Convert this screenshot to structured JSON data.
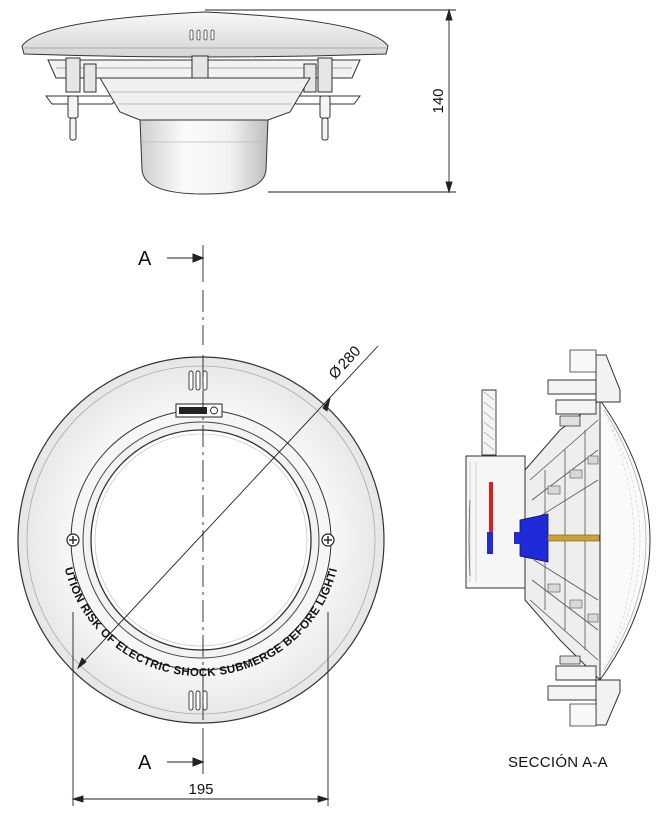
{
  "dimensions": {
    "height": "140",
    "diameter": "280",
    "diameter_symbol": "Ø",
    "width": "195"
  },
  "section_markers": {
    "top": "A",
    "bottom": "A"
  },
  "warning_text": "CAUTION RISK OF ELECTRIC SHOCK SUBMERGE BEFORE LIGHTING",
  "section_caption": "SECCIÓN A-A",
  "colors": {
    "line": "#222222",
    "body_fill": "#ececec",
    "section_red": "#d62020",
    "section_blue": "#1f2bd8",
    "section_gold": "#c9a23a"
  }
}
